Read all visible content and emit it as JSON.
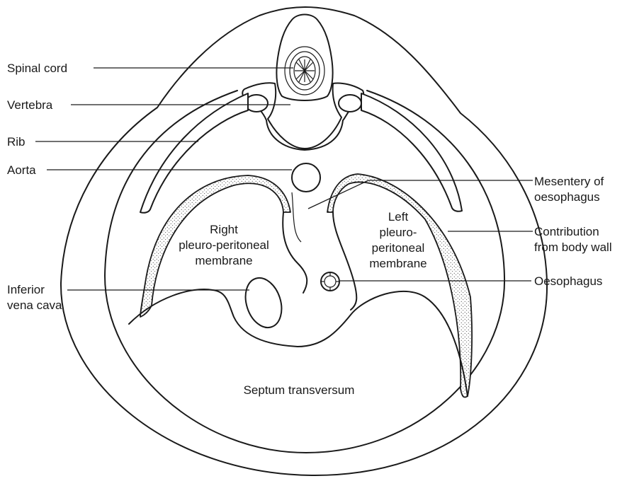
{
  "labels": {
    "spinal_cord": "Spinal cord",
    "vertebra": "Vertebra",
    "rib": "Rib",
    "aorta": "Aorta",
    "inferior_vena_cava_line1": "Inferior",
    "inferior_vena_cava_line2": "vena cava",
    "mesentery_line1": "Mesentery of",
    "mesentery_line2": "oesophagus",
    "contribution_line1": "Contribution",
    "contribution_line2": "from body wall",
    "oesophagus": "Oesophagus",
    "right_ppm_line1": "Right",
    "right_ppm_line2": "pleuro-peritoneal",
    "right_ppm_line3": "membrane",
    "left_ppm_line1": "Left",
    "left_ppm_line2": "pleuro-",
    "left_ppm_line3": "peritoneal",
    "left_ppm_line4": "membrane",
    "septum_transversum": "Septum transversum"
  },
  "colors": {
    "ink": "#1a1a1a",
    "background": "#ffffff"
  }
}
